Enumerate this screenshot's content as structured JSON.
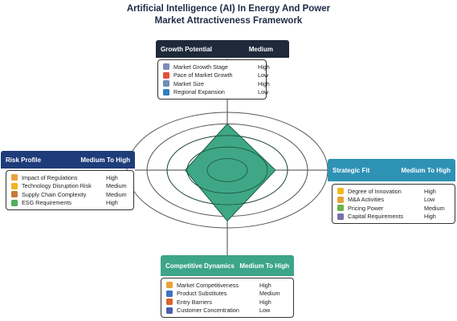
{
  "title_line1": "Artificial Intelligence (AI) In Energy And Power",
  "title_line2": "Market Attractiveness Framework",
  "colors": {
    "navy": "#1e2a3a",
    "blue": "#1f3c7a",
    "teal": "#2e92b5",
    "green": "#3da58a",
    "radar_fill": "#3fa785"
  },
  "panels": {
    "growth": {
      "title": "Growth Potential",
      "level": "Medium",
      "items": [
        {
          "label": "Market Growth Stage",
          "value": "High",
          "icon": "bar-chart-icon",
          "color": "#7a8db8"
        },
        {
          "label": "Pace of Market Growth",
          "value": "Low",
          "icon": "lightning-icon",
          "color": "#e0513a"
        },
        {
          "label": "Market Size",
          "value": "High",
          "icon": "document-icon",
          "color": "#6f8fb5"
        },
        {
          "label": "Regional Expansion",
          "value": "Low",
          "icon": "globe-icon",
          "color": "#2f7fc1"
        }
      ]
    },
    "risk": {
      "title": "Risk Profile",
      "level": "Medium To High",
      "items": [
        {
          "label": "Impact of Regulations",
          "value": "High",
          "icon": "scale-icon",
          "color": "#e9a23b"
        },
        {
          "label": "Technology Disruption  Risk",
          "value": "Medium",
          "icon": "warning-icon",
          "color": "#f0b323"
        },
        {
          "label": "Supply Chain Complexity",
          "value": "Medium",
          "icon": "boxes-icon",
          "color": "#c97a3a"
        },
        {
          "label": "ESG Requirements",
          "value": "High",
          "icon": "leaf-icon",
          "color": "#4fae5a"
        }
      ]
    },
    "strategic": {
      "title": "Strategic Fit",
      "level": "Medium To High",
      "items": [
        {
          "label": "Degree of Innovation",
          "value": "High",
          "icon": "lightbulb-icon",
          "color": "#f2b81f"
        },
        {
          "label": "M&A Activities",
          "value": "Low",
          "icon": "handshake-icon",
          "color": "#e5a43a"
        },
        {
          "label": "Pricing Power",
          "value": "Medium",
          "icon": "price-tag-icon",
          "color": "#6bb34a"
        },
        {
          "label": "Capital Requirements",
          "value": "High",
          "icon": "building-icon",
          "color": "#7b6fa8"
        }
      ]
    },
    "competitive": {
      "title": "Competitive Dynamics",
      "level": "Medium To High",
      "items": [
        {
          "label": "Market Competitiveness",
          "value": "High",
          "icon": "pencil-icon",
          "color": "#e9a23b"
        },
        {
          "label": "Product Substitutes",
          "value": "Medium",
          "icon": "swap-icon",
          "color": "#3f74c0"
        },
        {
          "label": "Entry Barriers",
          "value": "High",
          "icon": "lock-icon",
          "color": "#d8652f"
        },
        {
          "label": "Customer Concentration",
          "value": "Low",
          "icon": "users-icon",
          "color": "#4a5fa8"
        }
      ]
    }
  },
  "radar": {
    "rings": 5,
    "axes": [
      "Growth Potential",
      "Strategic Fit",
      "Competitive Dynamics",
      "Risk Profile"
    ],
    "scores": [
      0.8,
      0.48,
      0.88,
      0.42
    ]
  }
}
